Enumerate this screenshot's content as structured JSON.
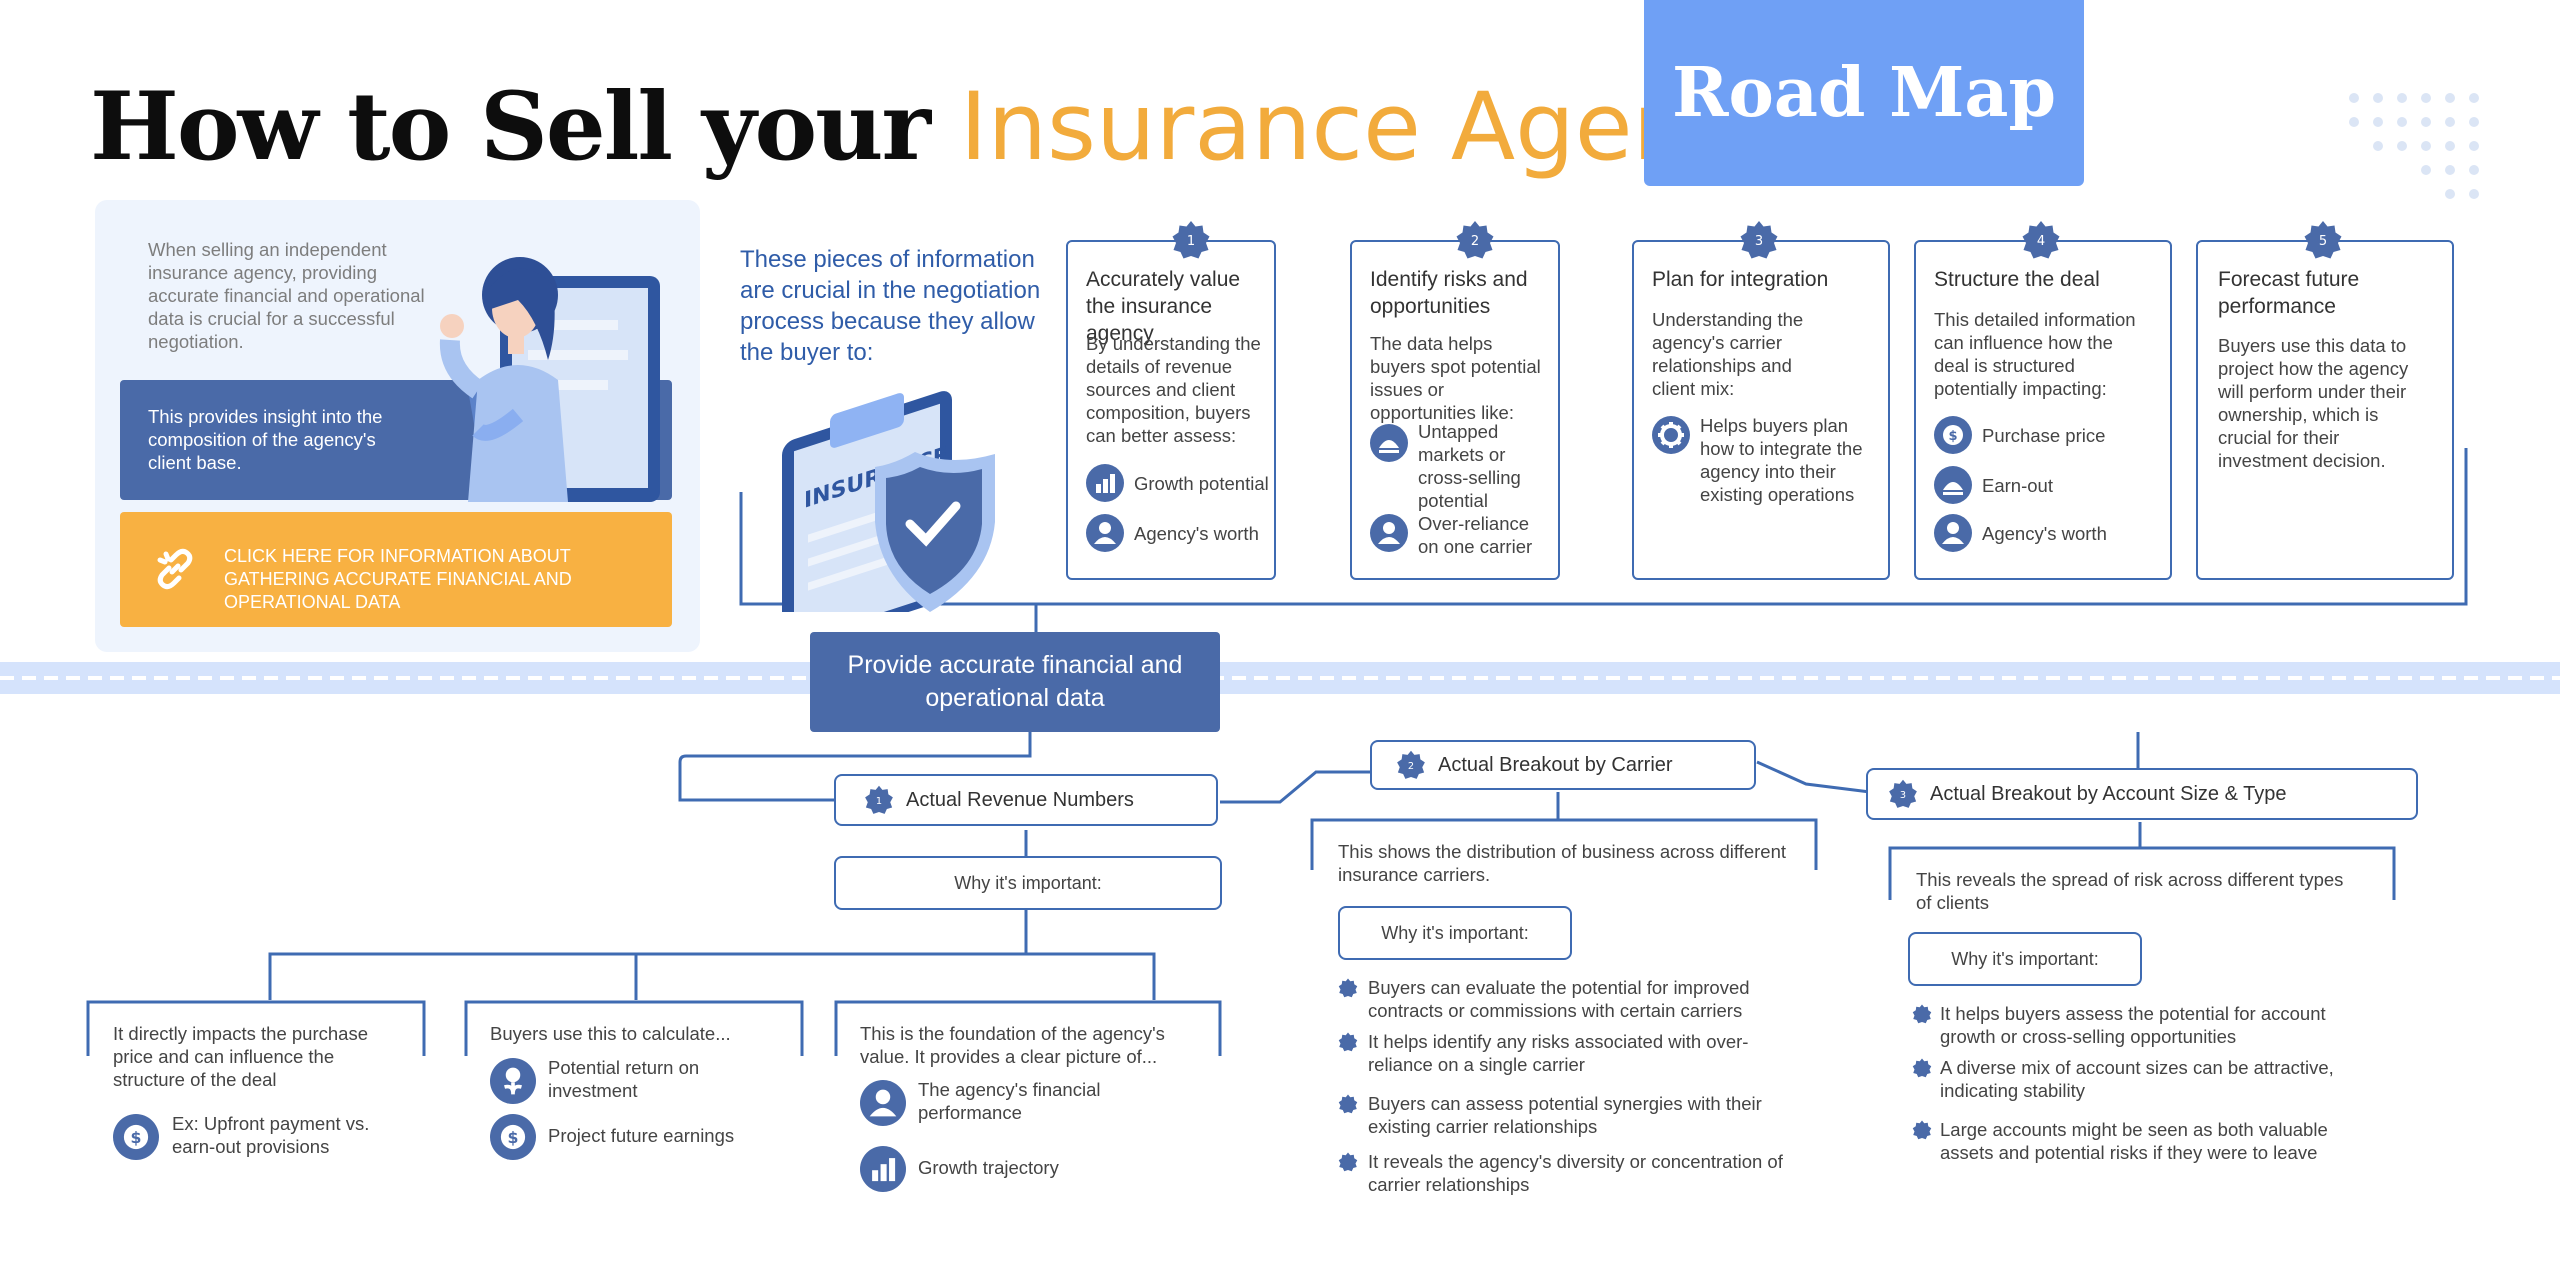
{
  "header": {
    "title_main": "How to Sell your ",
    "title_accent": "Insurance Agency",
    "roadmap": "Road Map"
  },
  "left_panel": {
    "intro": "When selling an independent insurance agency, providing accurate financial and operational data is crucial for a successful negotiation.",
    "insight": "This provides insight into the composition of the agency's client base.",
    "cta": "CLICK HERE FOR INFORMATION ABOUT GATHERING ACCURATE FINANCIAL AND OPERATIONAL DATA",
    "clipboard_text": "INSURANCE"
  },
  "negotiation": {
    "text": "These pieces of information are crucial in the negotiation process because they allow the buyer to:"
  },
  "cards": [
    {
      "num": "1",
      "title": "Accurately value the insurance agency",
      "body": "By understanding the details of revenue sources and client composition, buyers can better assess:",
      "items": [
        "Growth potential",
        "Agency's worth"
      ]
    },
    {
      "num": "2",
      "title": "Identify risks and opportunities",
      "body": "The data helps buyers spot potential issues or opportunities like:",
      "items": [
        "Untapped markets or cross-selling potential",
        "Over-reliance on one carrier"
      ]
    },
    {
      "num": "3",
      "title": "Plan for integration",
      "body": "Understanding the agency's carrier relationships and client mix:",
      "items": [
        "Helps buyers plan how to integrate the agency into their existing operations"
      ]
    },
    {
      "num": "4",
      "title": "Structure the deal",
      "body": "This detailed information can influence how the deal is structured potentially impacting:",
      "items": [
        "Purchase price",
        "Earn-out",
        "Agency's worth"
      ]
    },
    {
      "num": "5",
      "title": "Forecast future performance",
      "body": "Buyers use this data to project how the agency will perform under their ownership, which is crucial for their investment decision.",
      "items": []
    }
  ],
  "center": {
    "label": "Provide accurate financial and operational data"
  },
  "branch1": {
    "num": "1",
    "title": "Actual Revenue Numbers",
    "why": "Why it's important:",
    "sub": [
      {
        "text": "It directly impacts the purchase price and can influence the structure of the deal",
        "items": [
          "Ex: Upfront payment vs. earn-out provisions"
        ]
      },
      {
        "text": "Buyers use this to calculate...",
        "items": [
          "Potential return on investment",
          "Project future earnings"
        ]
      },
      {
        "text": "This is the foundation of the agency's value. It provides a clear picture of...",
        "items": [
          "The agency's financial performance",
          "Growth trajectory"
        ]
      }
    ]
  },
  "branch2": {
    "num": "2",
    "title": "Actual Breakout by Carrier",
    "desc": "This shows the distribution of business across different insurance carriers.",
    "why": "Why it's important:",
    "bullets": [
      "Buyers can evaluate the potential for improved contracts or commissions with certain carriers",
      "It helps identify any risks associated with over-reliance on a single carrier",
      "Buyers can assess potential synergies with their existing carrier relationships",
      "It reveals the agency's diversity or concentration of carrier relationships"
    ]
  },
  "branch3": {
    "num": "3",
    "title": "Actual Breakout by Account Size & Type",
    "desc": "This reveals the spread of risk across different types of clients",
    "why": "Why it's important:",
    "bullets": [
      "It helps buyers assess the potential for account growth or cross-selling opportunities",
      "A diverse mix of account sizes can be attractive, indicating stability",
      "Large accounts might be seen as both valuable assets and potential risks if they were to leave"
    ]
  },
  "colors": {
    "primary": "#4a6aa8",
    "accent": "#f2ab3c",
    "cta": "#f8b142",
    "line": "#3f6bb2",
    "band": "#d5e3fc",
    "roadmap": "#6fa0f5"
  }
}
